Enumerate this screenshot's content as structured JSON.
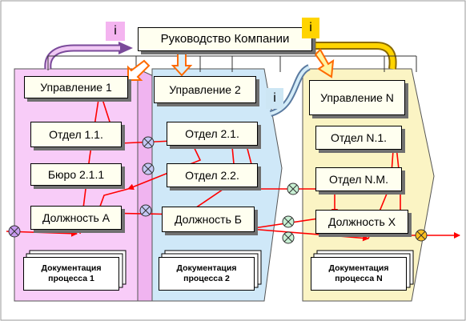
{
  "top": {
    "title": "Руководство Компании"
  },
  "info_label": "i",
  "processes": [
    {
      "name": "process-1",
      "boxes": [
        "Управление 1",
        "Отдел 1.1.",
        "Бюро 2.1.1",
        "Должность А"
      ],
      "doc": {
        "line1": "Документация",
        "line2": "процесса 1"
      }
    },
    {
      "name": "process-2",
      "boxes": [
        "Управление 2",
        "Отдел 2.1.",
        "Отдел 2.2.",
        "Должность Б"
      ],
      "doc": {
        "line1": "Документация",
        "line2": "процесса 2"
      }
    },
    {
      "name": "process-n",
      "boxes": [
        "Управление N",
        "Отдел N.1.",
        "Отдел N.M.",
        "Должность Х"
      ],
      "doc": {
        "line1": "Документация",
        "line2": "процесса N"
      }
    }
  ],
  "colors": {
    "lane_1": "#f8ccf8",
    "lane_2": "#cfe8f8",
    "lane_3": "#fbf4c4",
    "flow": "#ff0000",
    "box_fill": "#fffff0",
    "badge_pink": "#f4b4f0",
    "badge_blue": "#cde6f4",
    "badge_yellow": "#ffd400"
  }
}
